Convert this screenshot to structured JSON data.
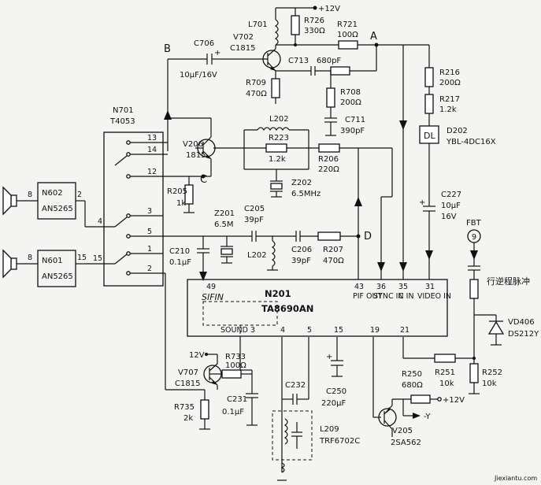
{
  "labels": {
    "vcc_top": "+12V",
    "point_a": "A",
    "point_b": "B",
    "point_c": "C",
    "point_d": "D",
    "fbt": "FBT",
    "fbt_pin": "9",
    "flyback_pulse": "行逆程脉冲",
    "y_out": "-Y",
    "vcc_bottom": "+12V",
    "vcc_v707": "12V",
    "watermark": "Jiexiantu.com"
  },
  "ics": {
    "n701": {
      "ref": "N701",
      "part": "T4053",
      "pins": [
        "13",
        "14",
        "12",
        "3",
        "5",
        "1",
        "2",
        "4",
        "15"
      ]
    },
    "n602": {
      "ref": "N602",
      "part": "AN5265",
      "pins": [
        "8",
        "2"
      ]
    },
    "n601": {
      "ref": "N601",
      "part": "AN5265",
      "pins": [
        "8",
        "15"
      ]
    },
    "n201": {
      "ref": "N201",
      "part": "TA8690AN",
      "pins_top": [
        {
          "num": "49",
          "name": "SIFIN"
        },
        {
          "num": "43",
          "name": "PIF OUT"
        },
        {
          "num": "36",
          "name": "SYNC IN"
        },
        {
          "num": "35",
          "name": "C IN"
        },
        {
          "num": "31",
          "name": "VIDEO IN"
        }
      ],
      "pins_bottom": [
        {
          "num": "3",
          "name": "SOUND"
        },
        {
          "num": "4",
          "name": ""
        },
        {
          "num": "5",
          "name": ""
        },
        {
          "num": "15",
          "name": ""
        },
        {
          "num": "19",
          "name": ""
        },
        {
          "num": "21",
          "name": ""
        }
      ]
    }
  },
  "transistors": {
    "v702": {
      "ref": "V702",
      "part": "C1815"
    },
    "v206": {
      "ref": "V206",
      "part": "1815"
    },
    "v707": {
      "ref": "V707",
      "part": "C1815"
    },
    "v205": {
      "ref": "V205",
      "part": "2SA562"
    }
  },
  "resistors": {
    "r726": {
      "ref": "R726",
      "value": "330Ω"
    },
    "r721": {
      "ref": "R721",
      "value": "100Ω"
    },
    "r709": {
      "ref": "R709",
      "value": "470Ω"
    },
    "r708": {
      "ref": "R708",
      "value": "200Ω"
    },
    "r216": {
      "ref": "R216",
      "value": "200Ω"
    },
    "r217": {
      "ref": "R217",
      "value": "1.2k"
    },
    "r223": {
      "ref": "R223",
      "value": "1.2k"
    },
    "r206": {
      "ref": "R206",
      "value": "220Ω"
    },
    "r205": {
      "ref": "R205",
      "value": "1k"
    },
    "r207": {
      "ref": "R207",
      "value": "470Ω"
    },
    "r733": {
      "ref": "R733",
      "value": "100Ω"
    },
    "r735": {
      "ref": "R735",
      "value": "2k"
    },
    "r250": {
      "ref": "R250",
      "value": "680Ω"
    },
    "r251": {
      "ref": "R251",
      "value": "10k"
    },
    "r252": {
      "ref": "R252",
      "value": "10k"
    }
  },
  "capacitors": {
    "c706": {
      "ref": "C706",
      "value": "10μF/16V"
    },
    "c713": {
      "ref": "C713",
      "value": "680pF"
    },
    "c711": {
      "ref": "C711",
      "value": "390pF"
    },
    "c205": {
      "ref": "C205",
      "value": "39pF"
    },
    "c206": {
      "ref": "C206",
      "value": "39pF"
    },
    "c210": {
      "ref": "C210",
      "value": "0.1μF"
    },
    "c227": {
      "ref": "C227",
      "value": "10μF",
      "voltage": "16V"
    },
    "c231": {
      "ref": "C231",
      "value": "0.1μF"
    },
    "c232": {
      "ref": "C232",
      "value": ""
    },
    "c250": {
      "ref": "C250",
      "value": "220μF"
    }
  },
  "inductors": {
    "l701": {
      "ref": "L701"
    },
    "l202a": {
      "ref": "L202"
    },
    "l202b": {
      "ref": "L202"
    },
    "l209": {
      "ref": "L209",
      "part": "TRF6702C"
    }
  },
  "others": {
    "z202": {
      "ref": "Z202",
      "value": "6.5MHz"
    },
    "z201": {
      "ref": "Z201",
      "value": "6.5M"
    },
    "d202": {
      "ref": "D202",
      "part": "YBL-4DC16X",
      "symbol": "DL"
    },
    "vd406": {
      "ref": "VD406",
      "part": "DS212Y"
    }
  }
}
